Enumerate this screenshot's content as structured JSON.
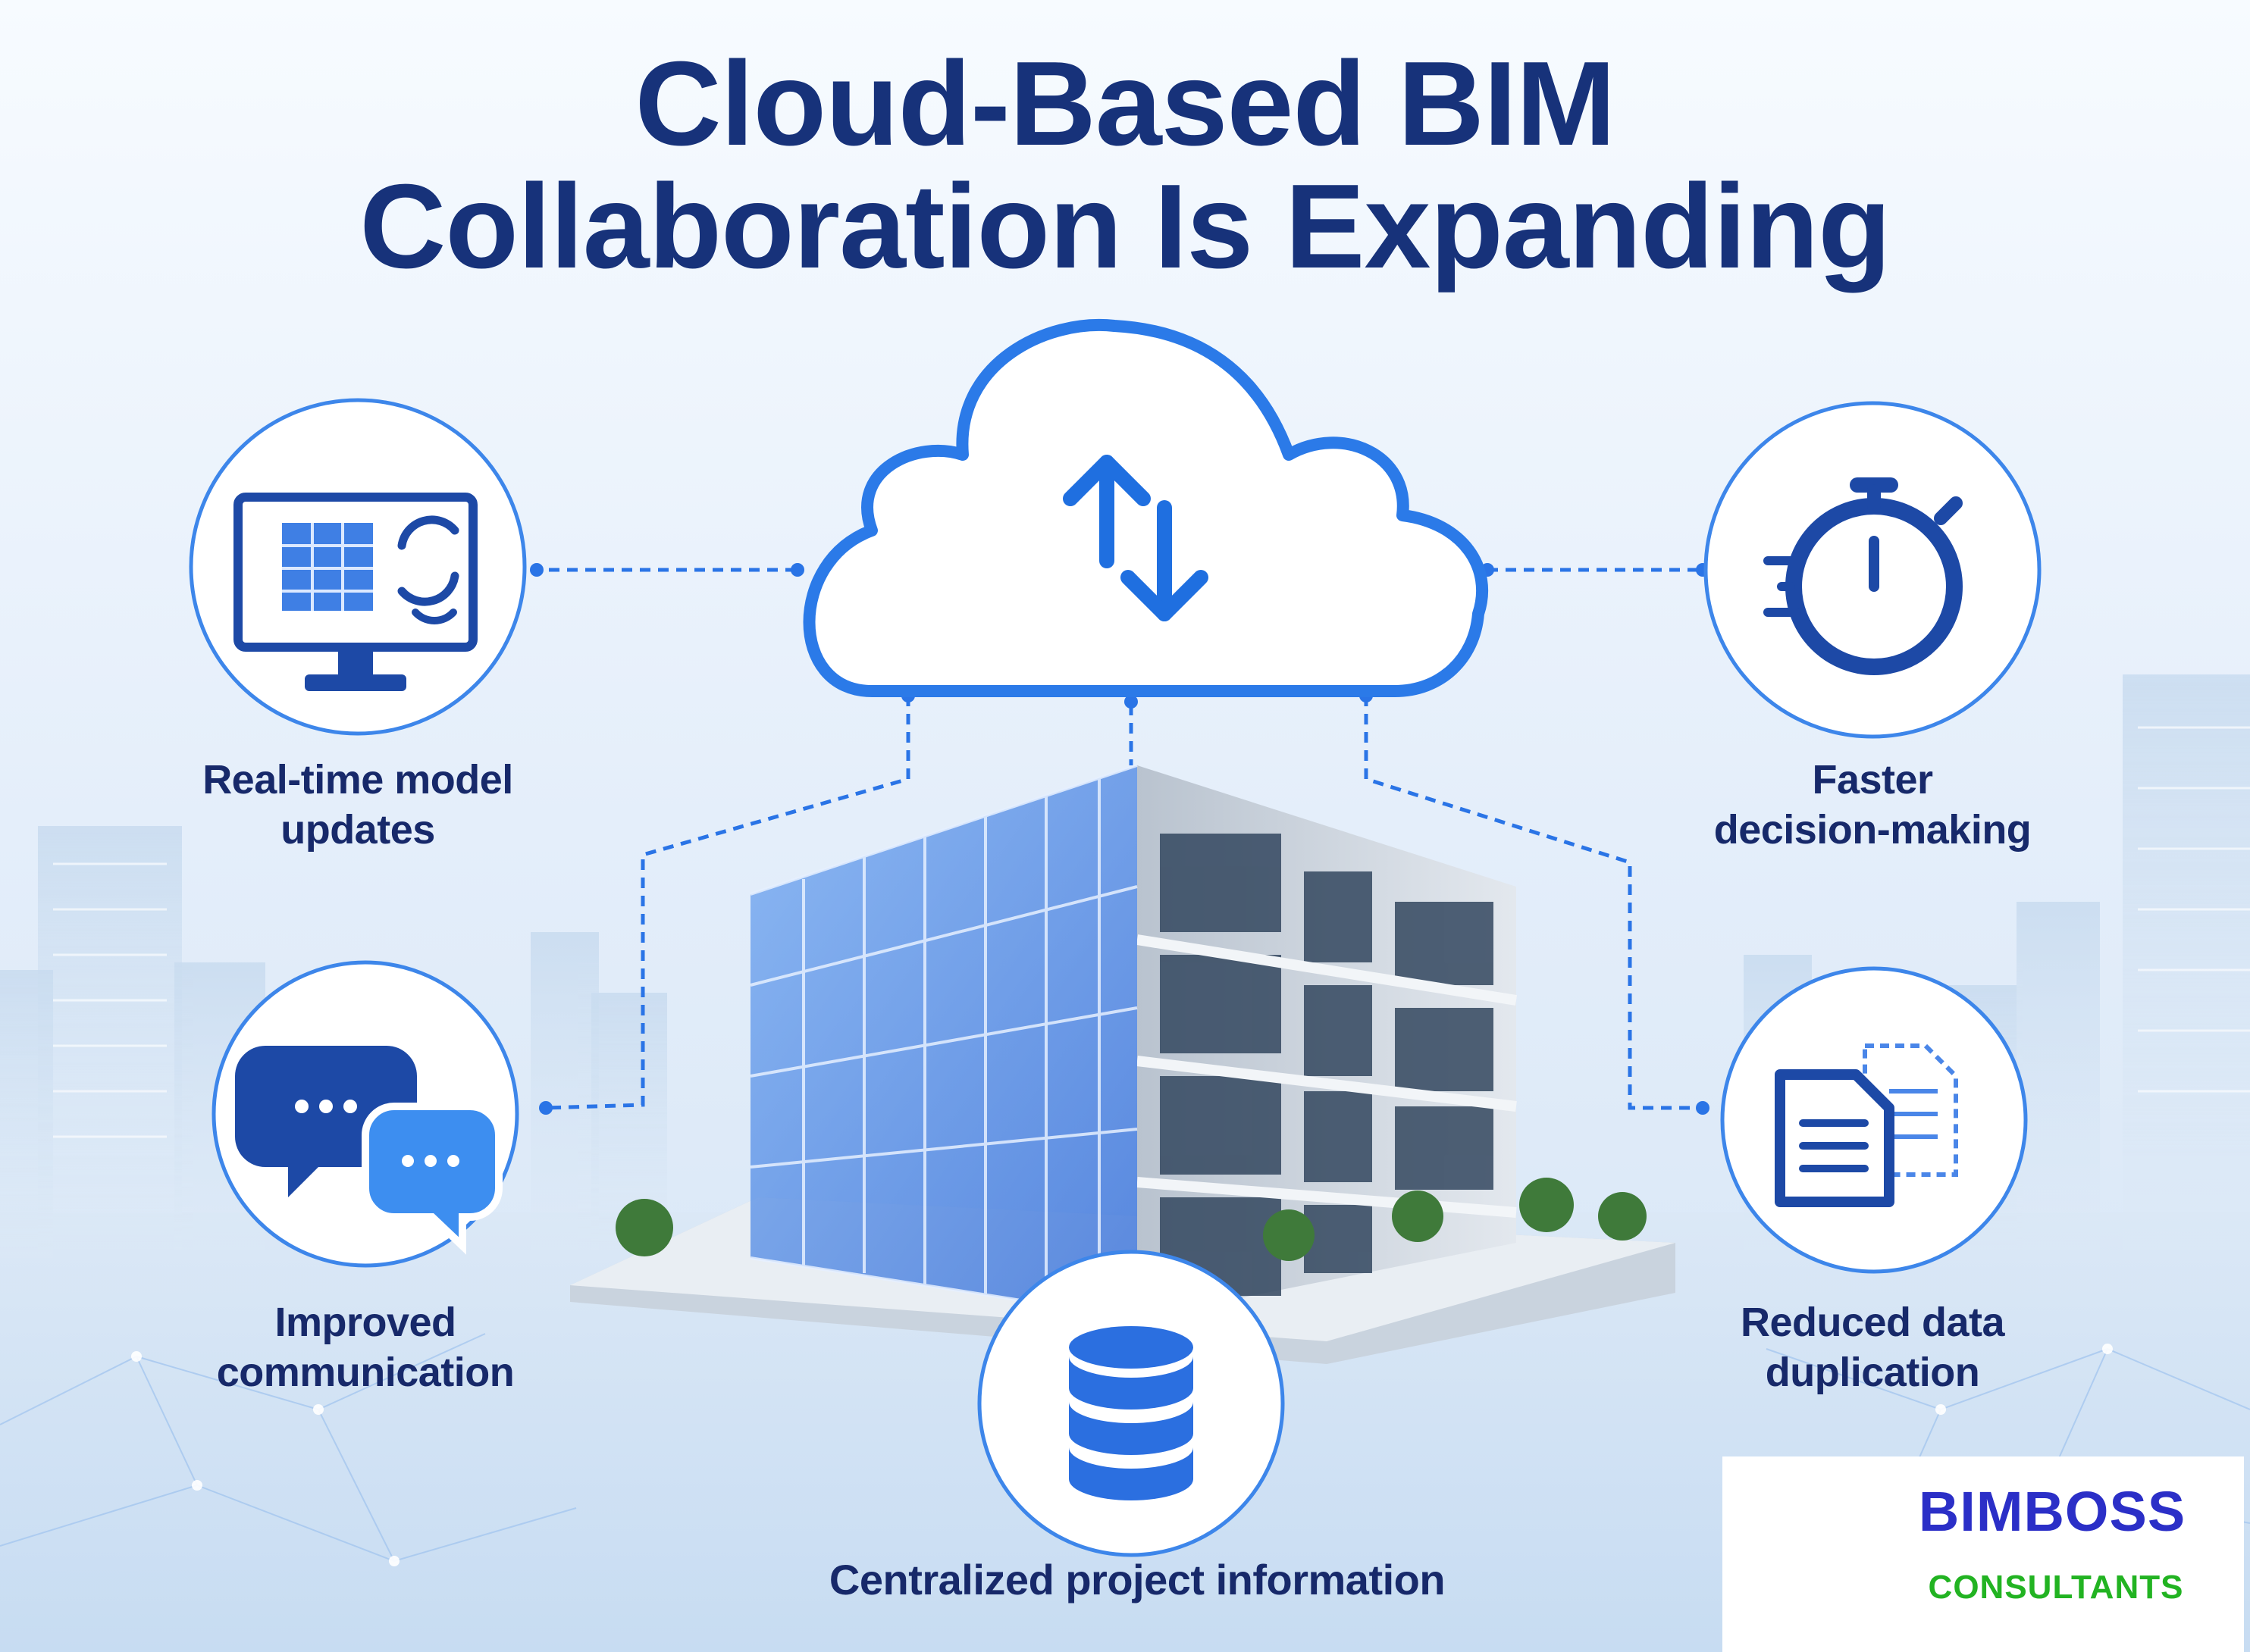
{
  "title": {
    "line1": "Cloud-Based BIM",
    "line2": "Collaboration Is Expanding"
  },
  "features": {
    "realtime": {
      "line1": "Real-time model",
      "line2": "updates",
      "icon": "monitor-building-sync-icon"
    },
    "faster": {
      "line1": "Faster",
      "line2": "decision-making",
      "icon": "stopwatch-icon"
    },
    "communication": {
      "line1": "Improved",
      "line2": "communication",
      "icon": "chat-bubbles-icon"
    },
    "duplication": {
      "line1": "Reduced data",
      "line2": "duplication",
      "icon": "documents-icon"
    },
    "centralized": {
      "label": "Centralized project information",
      "icon": "database-icon"
    }
  },
  "cloud": {
    "icon": "sync-arrows-icon"
  },
  "logo": {
    "name": "BIMBOSS",
    "subtitle": "CONSULTANTS"
  },
  "colors": {
    "title": "#17327a",
    "accent": "#1e6be6",
    "icon_dark": "#1c4aa8",
    "logo_blue": "#2b2fc7",
    "logo_green": "#22b322"
  }
}
